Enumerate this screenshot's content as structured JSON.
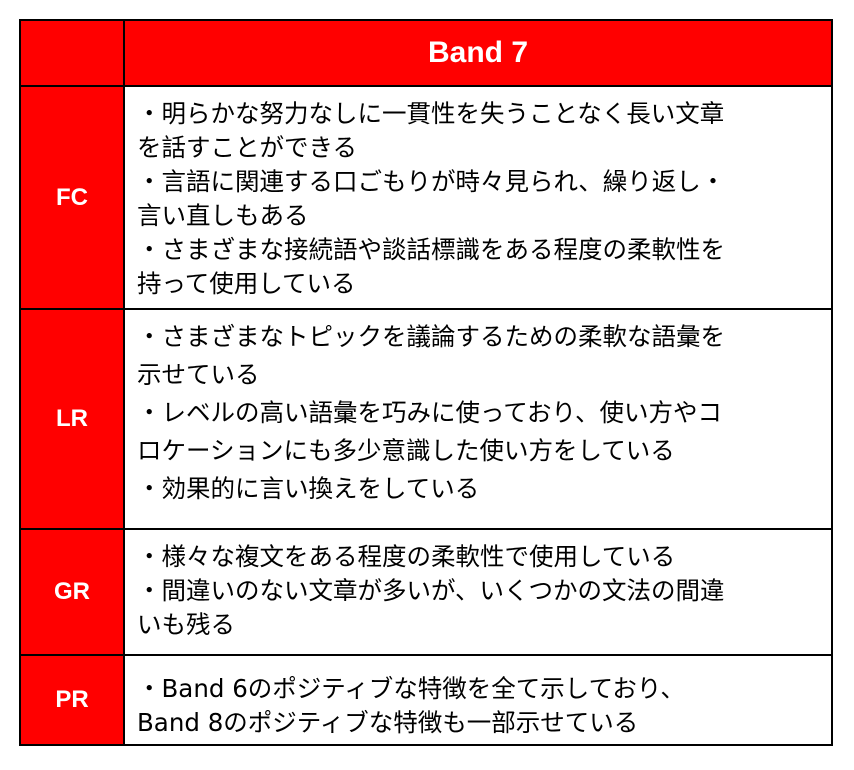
{
  "table": {
    "header": {
      "title": "Band 7"
    },
    "rows": [
      {
        "label": "FC",
        "lines": [
          "・明らかな努力なしに一貫性を失うことなく長い文章",
          "を話すことができる",
          "・言語に関連する口ごもりが時々見られ、繰り返し・",
          "言い直しもある",
          "・さまざまな接続語や談話標識をある程度の柔軟性を",
          "持って使用している"
        ]
      },
      {
        "label": "LR",
        "lines": [
          "・さまざまなトピックを議論するための柔軟な語彙を",
          "示せている",
          "・レベルの高い語彙を巧みに使っており、使い方やコ",
          "ロケーションにも多少意識した使い方をしている",
          "・効果的に言い換えをしている"
        ]
      },
      {
        "label": "GR",
        "lines": [
          "・様々な複文をある程度の柔軟性で使用している",
          "・間違いのない文章が多いが、いくつかの文法の間違",
          "いも残る"
        ]
      },
      {
        "label": "PR",
        "lines": [
          "・Band 6のポジティブな特徴を全て示しており、",
          "Band 8のポジティブな特徴も一部示せている"
        ]
      }
    ],
    "colors": {
      "header_fill": "#ff0000",
      "header_text": "#ffffff",
      "border": "#000000"
    }
  }
}
